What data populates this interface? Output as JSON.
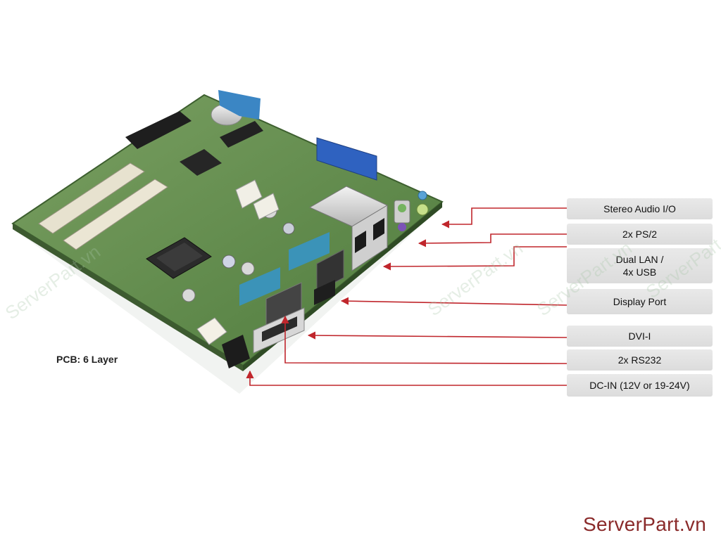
{
  "callouts": [
    {
      "id": "stereo-audio",
      "lines": [
        "Stereo Audio I/O"
      ]
    },
    {
      "id": "ps2",
      "lines": [
        "2x PS/2"
      ]
    },
    {
      "id": "lan-usb",
      "lines": [
        "Dual LAN /",
        "4x USB"
      ]
    },
    {
      "id": "display-port",
      "lines": [
        "Display Port"
      ]
    },
    {
      "id": "dvi",
      "lines": [
        "DVI-I"
      ]
    },
    {
      "id": "rs232",
      "lines": [
        "2x RS232"
      ]
    },
    {
      "id": "dc-in",
      "lines": [
        "DC-IN (12V or 19-24V)"
      ]
    }
  ],
  "pcb_label": "PCB: 6 Layer",
  "watermark": {
    "brand": "ServerPart.vn",
    "repeat_text": "ServerPart.vn"
  },
  "colors": {
    "arrow": "#c0262c",
    "pcb_green": "#5f8d4a",
    "callout_bg": "#e2e2e2",
    "brand": "#8a2a2a",
    "connector_blue": "#3b86c4"
  }
}
